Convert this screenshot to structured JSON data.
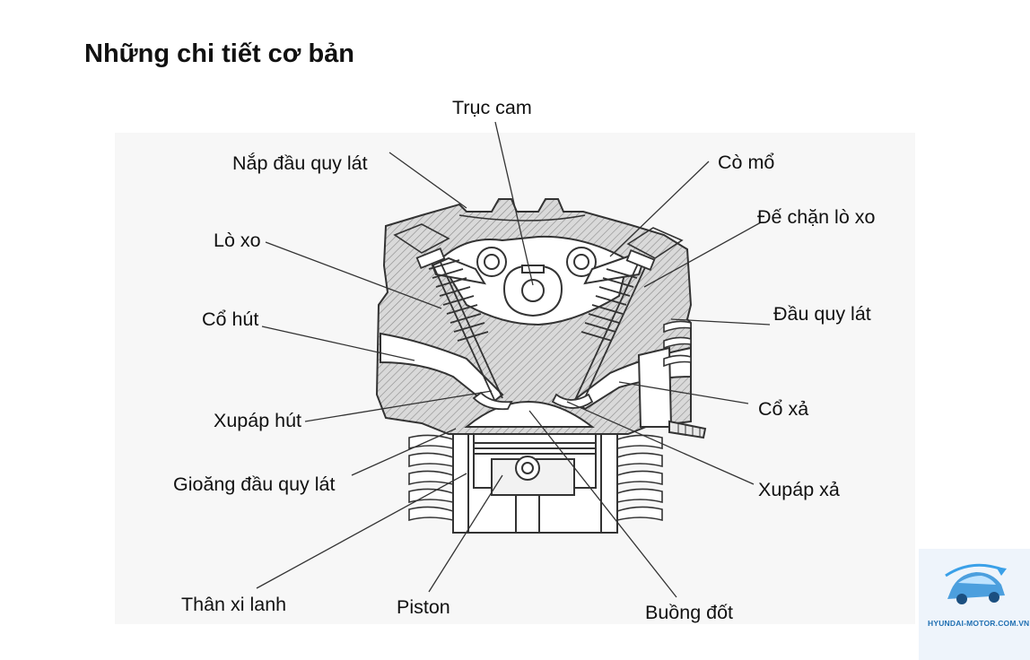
{
  "title": "Những chi tiết cơ bản",
  "labels": {
    "truc_cam": "Trục cam",
    "nap_dau_quy_lat": "Nắp đầu quy lát",
    "co_mo": "Cò mổ",
    "de_chan_lo_xo": "Đế chặn lò xo",
    "lo_xo": "Lò xo",
    "co_hut": "Cổ hút",
    "dau_quy_lat": "Đầu quy lát",
    "co_xa": "Cổ xả",
    "xupap_hut": "Xupáp hút",
    "gioang_dau_quy_lat": "Gioăng đầu quy lát",
    "xupap_xa": "Xupáp xả",
    "than_xi_lanh": "Thân xi lanh",
    "piston": "Piston",
    "buong_dot": "Buồng đốt"
  },
  "logo": {
    "text": "HYUNDAI-MOTOR.COM.VN"
  }
}
